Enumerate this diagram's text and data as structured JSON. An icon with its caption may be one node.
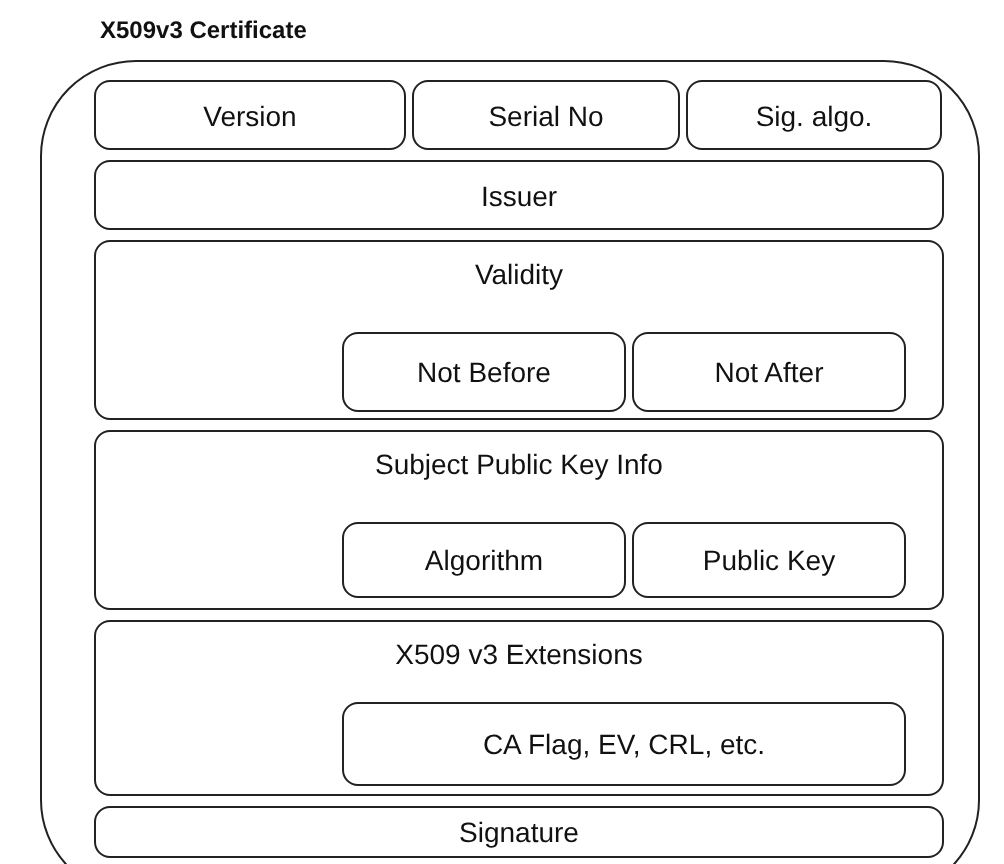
{
  "diagram": {
    "nodes": [
      {
        "text": [
          "X509v3 Certificate"
        ]
      },
      {
        "text": [
          "Version"
        ],
        "in": 0
      },
      {
        "text": [
          "Serial No"
        ],
        "in": 0
      },
      {
        "text": [
          "Sig. algo."
        ],
        "in": 0
      },
      {
        "text": [
          "Issuer"
        ],
        "in": 0
      },
      {
        "text": [
          "Validity"
        ],
        "in": 0
      },
      {
        "text": [
          "Not Before"
        ],
        "in": 5
      },
      {
        "text": [
          "Not After"
        ],
        "in": 5
      },
      {
        "text": [
          "Subject Public Key Info"
        ],
        "in": 0
      },
      {
        "text": [
          "Algorithm"
        ],
        "in": 8
      },
      {
        "text": [
          "Public Key"
        ],
        "in": 8
      },
      {
        "text": [
          "X509 v3 Extensions"
        ],
        "in": 0
      },
      {
        "text": [
          "CA Flag, EV, CRL, etc."
        ],
        "in": 11
      },
      {
        "text": [
          "Signature"
        ],
        "in": 0
      }
    ]
  }
}
